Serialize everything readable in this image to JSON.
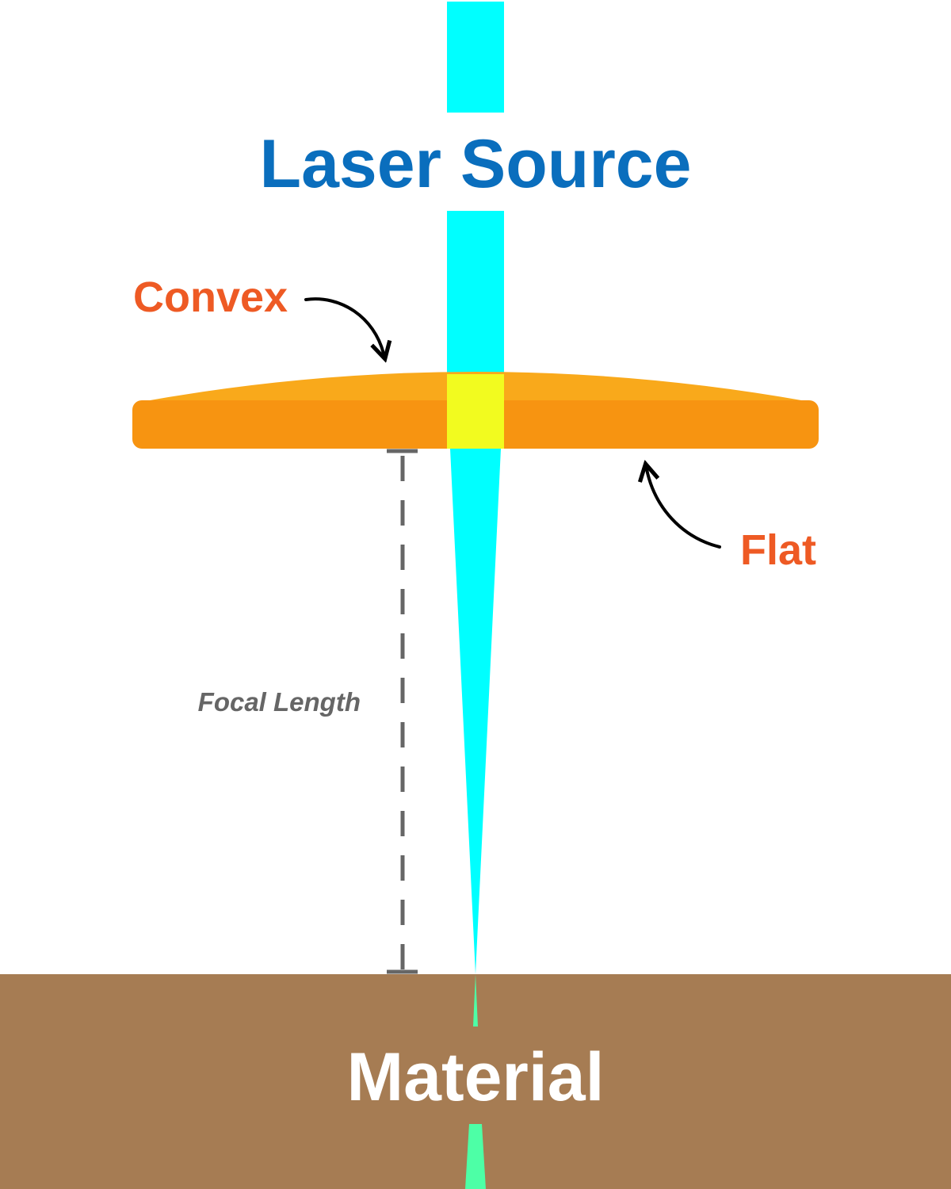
{
  "labels": {
    "laser_source": "Laser Source",
    "convex": "Convex",
    "flat": "Flat",
    "focal_length": "Focal Length",
    "material": "Material"
  },
  "colors": {
    "beam": "#00FFFF",
    "beam_in_material": "#4DFFA6",
    "lens_top": "#F9A91B",
    "lens_body": "#F79411",
    "lens_beam_overlap": "#F2FB1F",
    "material": "#A67C53",
    "title": "#0A6EBD",
    "callout": "#EE5A24",
    "arrow": "#000000",
    "focal_marker": "#666666",
    "material_text": "#FFFFFF"
  }
}
